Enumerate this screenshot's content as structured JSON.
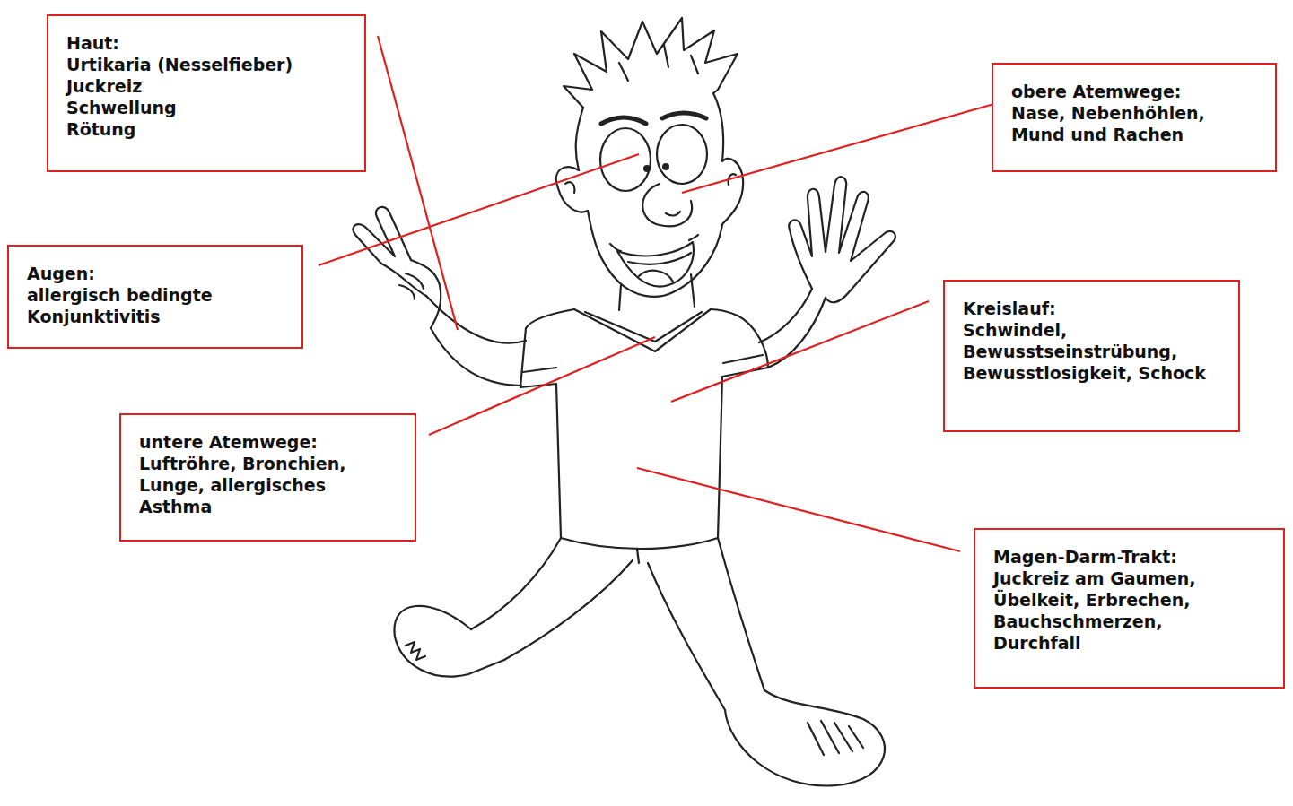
{
  "diagram": {
    "nodes": [
      {
        "text": [
          "Haut:",
          "Urtikaria (Nesselfieber)",
          "Juckreiz",
          "Schwellung",
          "Rötung"
        ]
      },
      {
        "text": [
          "obere Atemwege:",
          "Nase, Nebenhöhlen, Mund und Rachen"
        ]
      },
      {
        "text": [
          "Augen:",
          "allergisch bedingte Konjunktivitis"
        ]
      },
      {
        "text": [
          "Kreislauf:",
          "Schwindel, Bewusstseinstrübung, Bewusstlosigkeit, Schock"
        ]
      },
      {
        "text": [
          "untere Atemwege:",
          "Luftröhre, Bronchien, Lunge, allergisches Asthma"
        ]
      },
      {
        "text": [
          "Magen-Darm-Trakt:",
          "Juckreiz am Gaumen, Übelkeit, Erbrechen, Bauchschmerzen, Durchfall"
        ]
      }
    ]
  }
}
